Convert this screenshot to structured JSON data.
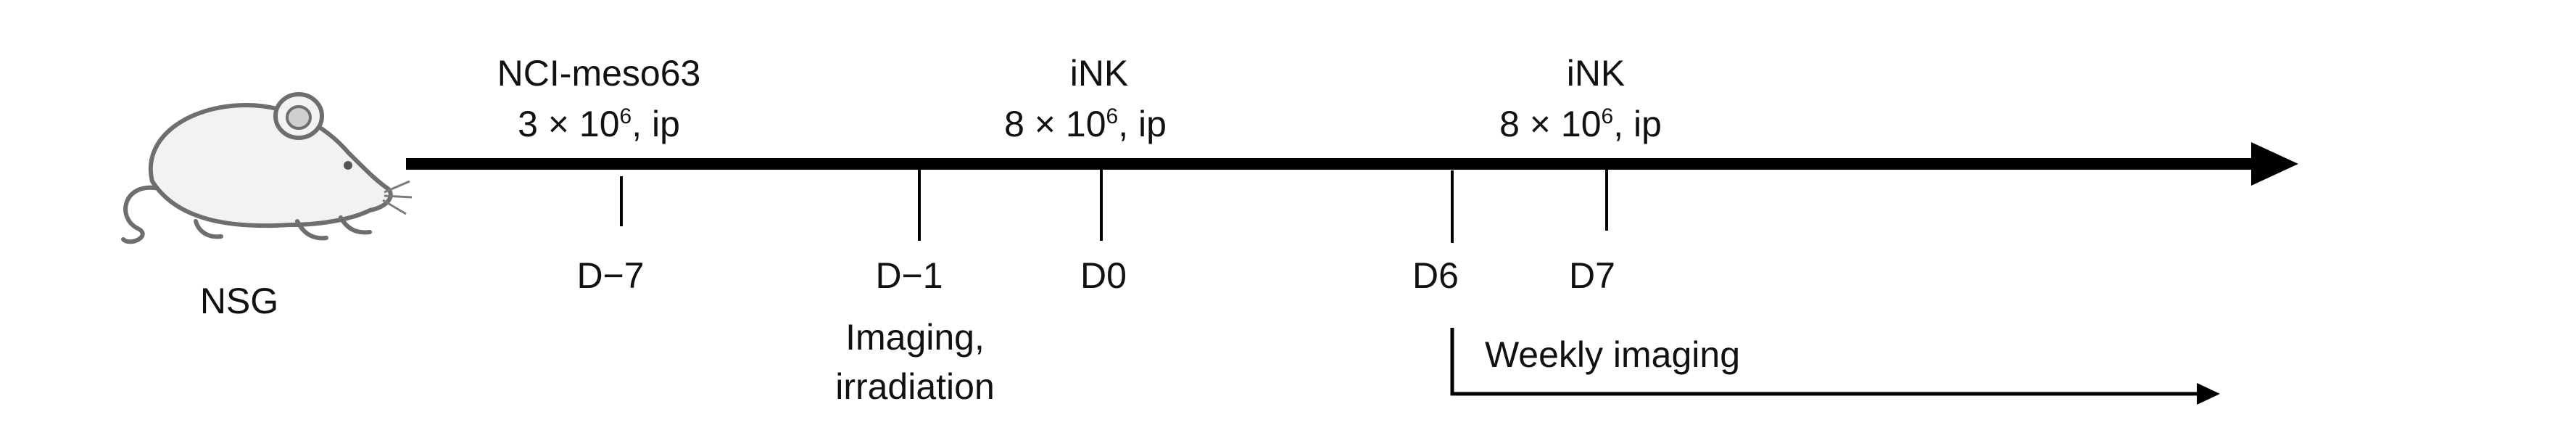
{
  "subject": {
    "label": "NSG",
    "icon": "mouse-icon"
  },
  "events": [
    {
      "day": "D−7",
      "title": "NCI-meso63",
      "dose_base": "3 × 10",
      "dose_exp": "6",
      "dose_suffix": ", ip"
    },
    {
      "day": "D−1",
      "note_line1": "Imaging,",
      "note_line2": "irradiation"
    },
    {
      "day": "D0",
      "title": "iNK",
      "dose_base": "8 × 10",
      "dose_exp": "6",
      "dose_suffix": ", ip"
    },
    {
      "day": "D6"
    },
    {
      "day": "D7",
      "title": "iNK",
      "dose_base": "8 × 10",
      "dose_exp": "6",
      "dose_suffix": ", ip"
    }
  ],
  "weekly": {
    "label": "Weekly imaging"
  }
}
